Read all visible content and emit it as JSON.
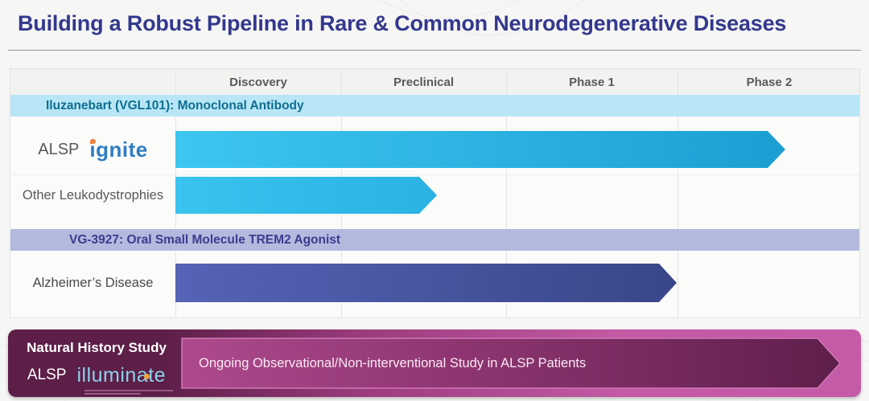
{
  "title": "Building a Robust Pipeline in Rare & Common Neurodegenerative Diseases",
  "table": {
    "phases": [
      "Discovery",
      "Preclinical",
      "Phase 1",
      "Phase 2"
    ],
    "program1": {
      "banner": "Iluzanebart (VGL101): Monoclonal Antibody"
    },
    "program2": {
      "banner": "VG-3927: Oral Small Molecule TREM2 Agonist"
    },
    "rows": {
      "alsp": {
        "label": "ALSP",
        "logo": "ignite"
      },
      "leuko": {
        "label": "Other Leukodystrophies"
      },
      "ad": {
        "label": "Alzheimer’s Disease"
      }
    }
  },
  "nhs": {
    "title": "Natural History Study",
    "program": "ALSP",
    "logo": "illuminate",
    "arrow_text": "Ongoing Observational/Non-interventional Study in ALSP Patients"
  },
  "colors": {
    "title_text": "#33388e",
    "alsp_bar_start": "#3dc6f0",
    "alsp_bar_end": "#1b9fd3",
    "leuko_bar_start": "#39c3ee",
    "leuko_bar_end": "#2ab2e3",
    "ad_bar_start": "#5663b6",
    "ad_bar_end": "#394689",
    "banner1_bg": "#b9e6f6",
    "banner1_text": "#0d6e92",
    "banner2_bg": "#b3bade",
    "banner2_text": "#3a3d90",
    "nhs_bg_left": "#5d1e48",
    "nhs_bg_right": "#c45ba6",
    "nhs_arrow_start": "#ad4a8d",
    "nhs_arrow_end": "#5f1f4b",
    "ignite_logo_blue": "#2f7fc3",
    "illuminate_logo_cyan": "#8ad2e8",
    "accent_orange_dot": "#f07f3c"
  },
  "chart_data": {
    "type": "bar",
    "title": "Building a Robust Pipeline in Rare & Common Neurodegenerative Diseases",
    "orientation": "horizontal",
    "x_axis": {
      "categories": [
        "Discovery",
        "Preclinical",
        "Phase 1",
        "Phase 2"
      ],
      "range_units": [
        0,
        4
      ],
      "grid": true
    },
    "series": [
      {
        "group": "Iluzanebart (VGL101): Monoclonal Antibody",
        "name": "ALSP (ignite study)",
        "start": 0,
        "end": 3.6,
        "color": "#1b9fd3"
      },
      {
        "group": "Iluzanebart (VGL101): Monoclonal Antibody",
        "name": "Other Leukodystrophies",
        "start": 0,
        "end": 1.6,
        "color": "#2ab2e3"
      },
      {
        "group": "VG-3927: Oral Small Molecule TREM2 Agonist",
        "name": "Alzheimer's Disease",
        "start": 0,
        "end": 3.0,
        "color": "#394689"
      }
    ],
    "annotations": [
      "Natural History Study — ALSP illuminate: Ongoing Observational/Non-interventional Study in ALSP Patients"
    ],
    "legend_position": "none"
  }
}
